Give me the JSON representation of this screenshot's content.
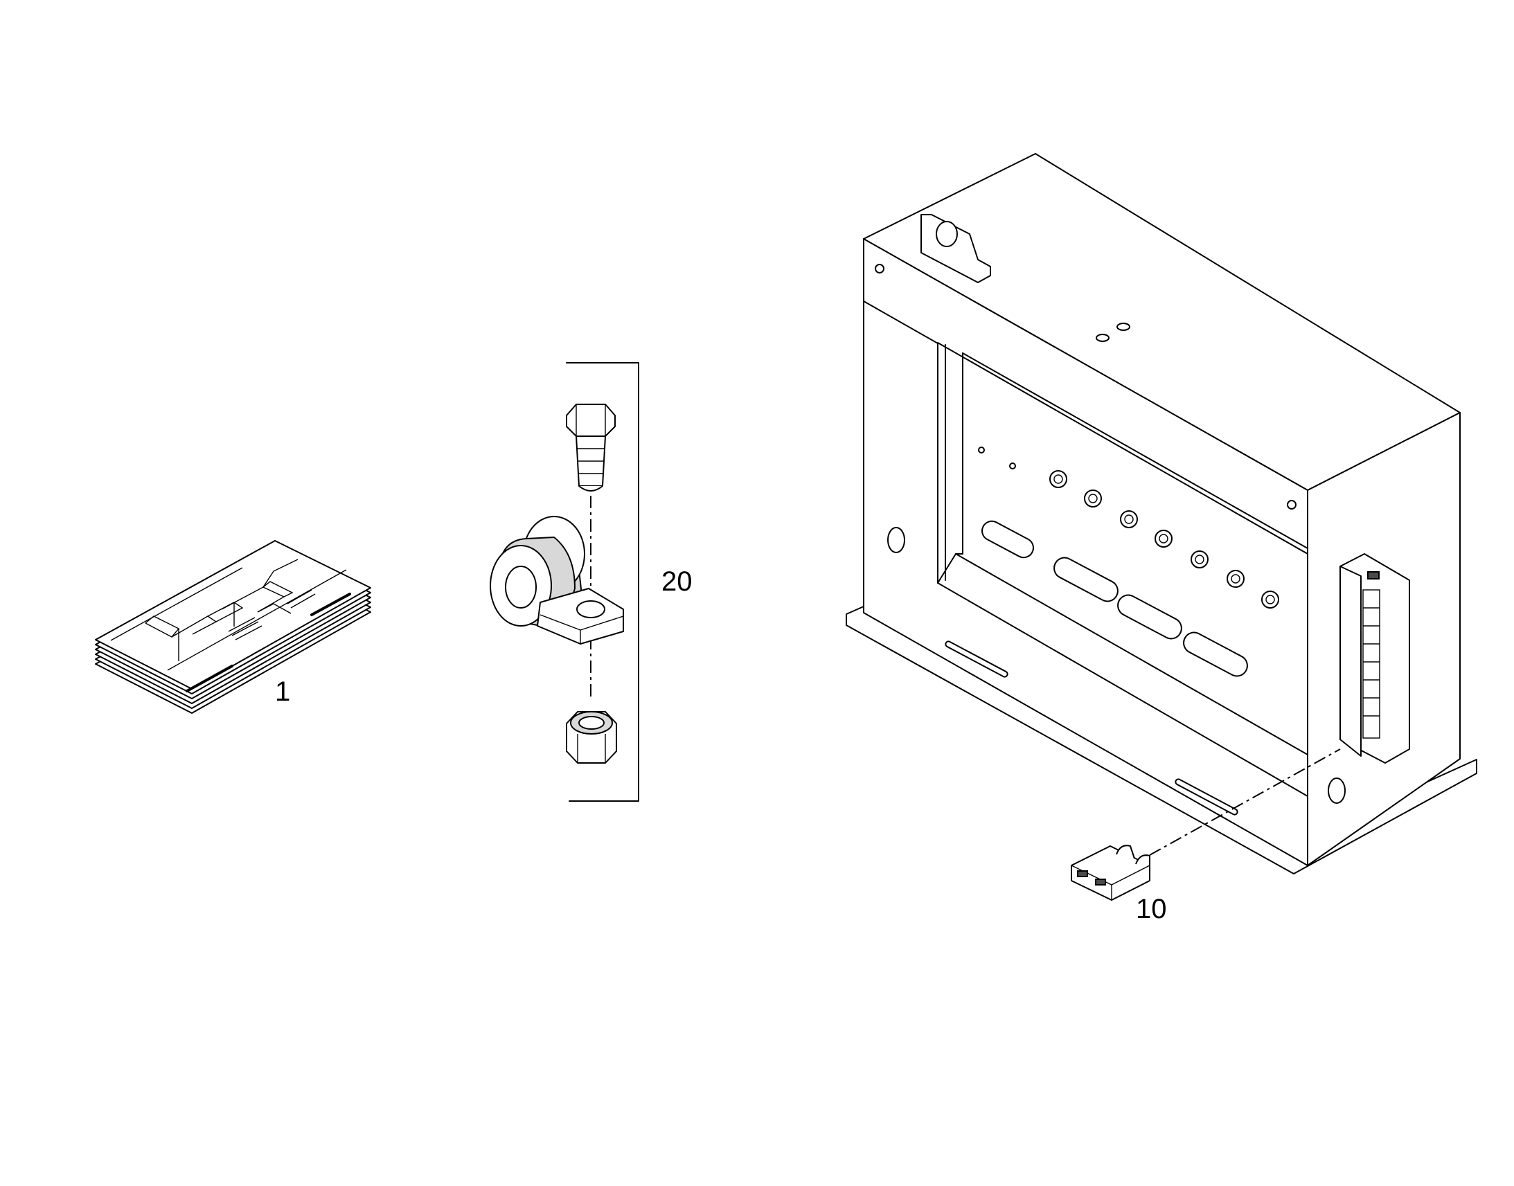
{
  "callouts": {
    "manual": "1",
    "fuse": "10",
    "clamp_kit": "20"
  }
}
